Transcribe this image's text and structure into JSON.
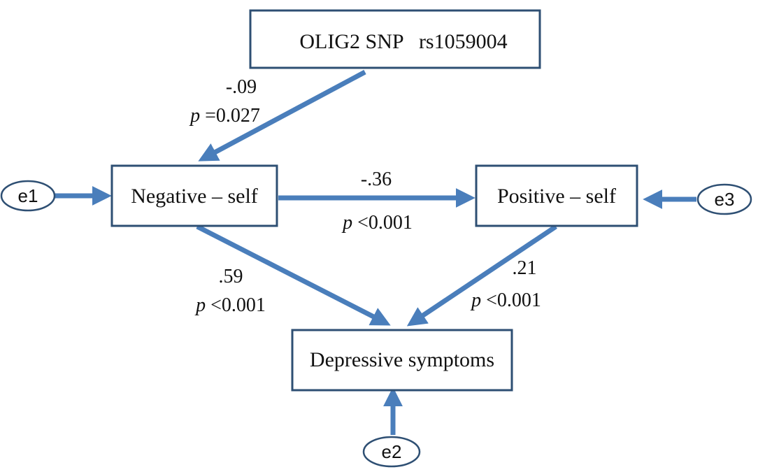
{
  "nodes": {
    "olig2": "OLIG2 SNP   rs1059004",
    "negative_self": "Negative – self",
    "positive_self": "Positive – self",
    "depressive": "Depressive symptoms"
  },
  "errors": {
    "e1": "e1",
    "e2": "e2",
    "e3": "e3"
  },
  "paths": {
    "olig2_to_negative": {
      "coef": "-.09",
      "p_symbol": "p",
      "p_rest": " =0.027"
    },
    "negative_to_positive": {
      "coef": "-.36",
      "p_symbol": "p",
      "p_rest": " <0.001"
    },
    "negative_to_depressive": {
      "coef": ".59",
      "p_symbol": "p",
      "p_rest": " <0.001"
    },
    "positive_to_depressive": {
      "coef": ".21",
      "p_symbol": "p",
      "p_rest": " <0.001"
    }
  },
  "colors": {
    "arrow": "#4a7ebb",
    "box_border": "#2e4f73"
  }
}
